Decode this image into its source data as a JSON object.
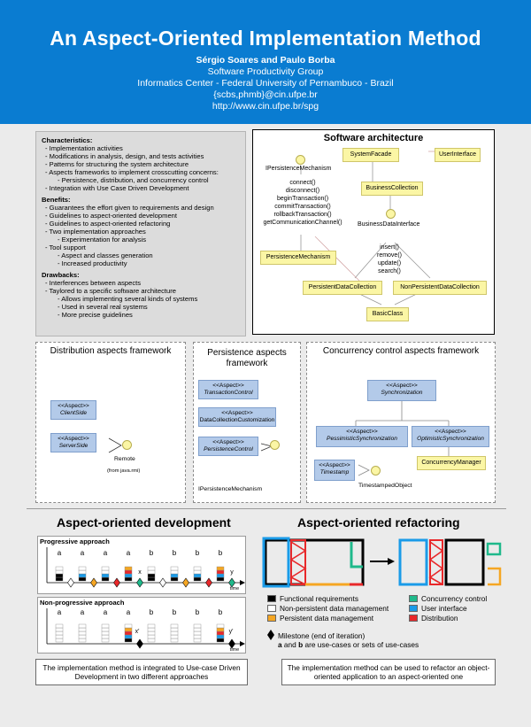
{
  "header": {
    "title": "An Aspect-Oriented Implementation Method",
    "authors": "Sérgio Soares and Paulo Borba",
    "group": "Software Productivity Group",
    "center": "Informatics Center - Federal University of Pernambuco - Brazil",
    "email": "{scbs,phmb}@cin.ufpe.br",
    "url": "http://www.cin.ufpe.br/spg"
  },
  "characteristics": {
    "title": "Characteristics:",
    "items": [
      "- Implementation activities",
      "- Modifications in analysis, design, and tests activities",
      "- Patterns for structuring the system architecture",
      "- Aspects frameworks to implement crosscutting concerns:"
    ],
    "sub": "- Persistence, distribution, and concurrency control",
    "last": "- Integration with Use Case Driven Development"
  },
  "benefits": {
    "title": "Benefits:",
    "items": [
      "- Guarantees the effort given to requirements and design",
      "- Guidelines to aspect-oriented development",
      "- Guidelines to aspect-oriented refactoring",
      "- Two implementation approaches"
    ],
    "sub1": "- Experimentation for analysis",
    "tool": "- Tool support",
    "sub2": "- Aspect and classes generation",
    "sub3": "- Increased productivity"
  },
  "drawbacks": {
    "title": "Drawbacks:",
    "items": [
      "- Interferences between aspects",
      "- Taylored to a specific software architecture"
    ],
    "subs": [
      "- Allows implementing several kinds of systems",
      "- Used in several real systems",
      "- More precise guidelines"
    ]
  },
  "architecture": {
    "title": "Software architecture",
    "ipm": "IPersistenceMechanism",
    "ipm_methods": [
      "connect()",
      "disconnect()",
      "beginTransaction()",
      "commitTransaction()",
      "rollbackTransaction()",
      "getCommunicationChannel()"
    ],
    "system_facade": "SystemFacade",
    "user_interface": "UserInterface",
    "business_collection": "BusinessCollection",
    "bdi": "BusinessDataInterface",
    "bdi_methods": [
      "insert()",
      "remove()",
      "update()",
      "search()"
    ],
    "persistence_mechanism": "PersistenceMechanism",
    "persistent_dc": "PersistentDataCollection",
    "nonpersistent_dc": "NonPersistentDataCollection",
    "basic_class": "BasicClass"
  },
  "distribution": {
    "title": "Distribution aspects framework",
    "stereo": "<<Aspect>>",
    "client": "ClientSide",
    "server": "ServerSide",
    "remote": "Remote",
    "remote_note": "(from java.rmi)"
  },
  "persistence": {
    "title": "Persistence aspects framework",
    "stereo": "<<Aspect>>",
    "tc": "TransactionControl",
    "dcc": "DataCollectionCustomization",
    "pc": "PersistenceControl",
    "ipm": "IPersistenceMechanism"
  },
  "concurrency": {
    "title": "Concurrency control aspects framework",
    "stereo": "<<Aspect>>",
    "sync": "Synchronization",
    "pess": "PessimisticSynchronization",
    "opt": "OptimisticSynchronization",
    "cm": "ConcurrencyManager",
    "ts": "Timestamp",
    "tso": "TimestampedObject"
  },
  "aod": {
    "title": "Aspect-oriented development",
    "progressive": "Progressive approach",
    "nonprogressive": "Non-progressive approach",
    "prog_letters": [
      "a",
      "a",
      "a",
      "a",
      "b",
      "b",
      "b",
      "b"
    ],
    "x": "x",
    "y": "y",
    "xp": "x'",
    "yp": "y'",
    "time": "time",
    "footer": "The implementation method is integrated to Use-case Driven Development in two different approaches"
  },
  "aor": {
    "title": "Aspect-oriented refactoring",
    "footer": "The implementation method can be used to refactor an object-oriented application to an aspect-oriented one"
  },
  "legend": {
    "functional": "Functional requirements",
    "nonpersistent": "Non-persistent data management",
    "persistent": "Persistent data management",
    "concurrency": "Concurrency control",
    "ui": "User interface",
    "distribution": "Distribution",
    "milestone": "Milestone (end of iteration)",
    "note_a": "a",
    "note_and": " and ",
    "note_b": "b",
    "note_rest": " are use-cases or sets of use-cases"
  },
  "colors": {
    "header_blue": "#0a7cd1",
    "functional": "#000000",
    "nonpersistent": "#ffffff",
    "persistent": "#f5a623",
    "concurrency": "#1fb98b",
    "ui": "#1a9be8",
    "distribution": "#e8282a",
    "uml_class": "#fbf6a5",
    "aspect": "#b3cae9"
  }
}
